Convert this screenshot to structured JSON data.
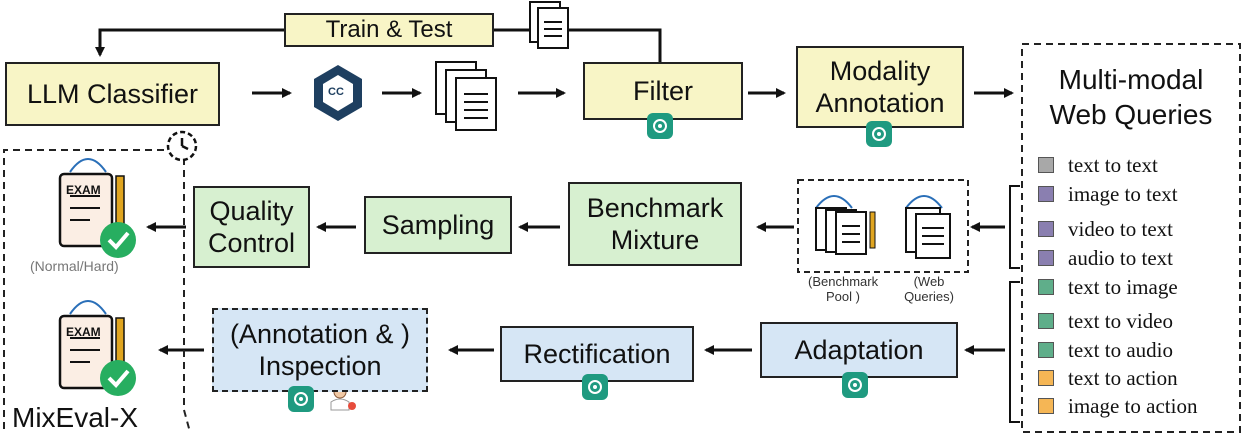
{
  "top": {
    "train_test": "Train & Test"
  },
  "boxes": {
    "llm_classifier": "LLM Classifier",
    "filter": "Filter",
    "modality_line1": "Modality",
    "modality_line2": "Annotation",
    "benchmark_line1": "Benchmark",
    "benchmark_line2": "Mixture",
    "sampling": "Sampling",
    "quality_line1": "Quality",
    "quality_line2": "Control",
    "adaptation": "Adaptation",
    "rectification": "Rectification",
    "annotation_line1": "(Annotation & )",
    "annotation_line2": "Inspection"
  },
  "cc_logo": "CC",
  "exam": {
    "label": "EXAM",
    "caption": "(Normal/Hard)"
  },
  "pool": {
    "benchmark_pool_1": "(Benchmark",
    "benchmark_pool_2": "Pool )",
    "web_queries_1": "(Web",
    "web_queries_2": "Queries)"
  },
  "web_queries": {
    "title_line1": "Multi-modal",
    "title_line2": "Web Queries"
  },
  "legend": [
    {
      "label": "text to text",
      "color": "#a8a8a8"
    },
    {
      "label": "image to text",
      "color": "#8a7fb0"
    },
    {
      "label": "video to text",
      "color": "#8a7fb0"
    },
    {
      "label": "audio to text",
      "color": "#8a7fb0"
    },
    {
      "label": "text to image",
      "color": "#5fae8a"
    },
    {
      "label": "text to video",
      "color": "#5fae8a"
    },
    {
      "label": "text to audio",
      "color": "#5fae8a"
    },
    {
      "label": "text to action",
      "color": "#f5b655"
    },
    {
      "label": "image to action",
      "color": "#f5b655"
    }
  ],
  "mixeval_label": "MixEval-X"
}
